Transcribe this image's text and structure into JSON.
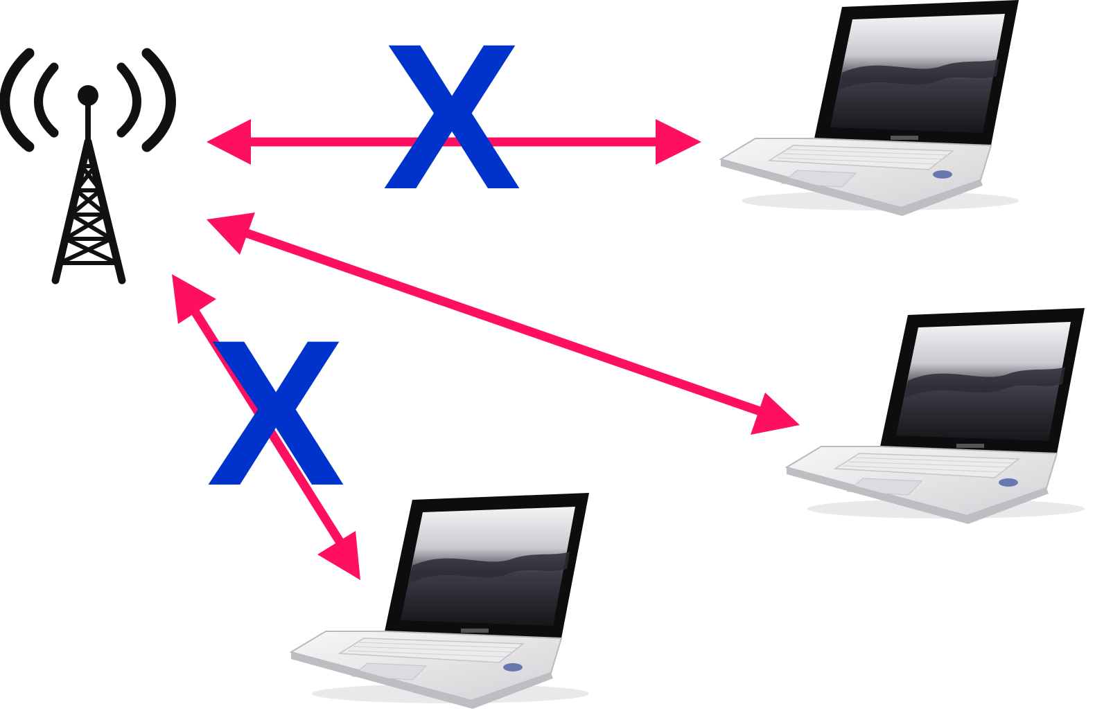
{
  "colors": {
    "arrow": "#ff0f62",
    "blocked_mark": "#0033cc",
    "tower": "#111111",
    "laptop_body": "#e6e6e8",
    "laptop_screen_bezel": "#0d0d0d"
  },
  "icons": {
    "tower": "radio-tower-icon",
    "laptop": "laptop-icon"
  },
  "nodes": [
    {
      "id": "tower",
      "icon": "radio-tower-icon"
    },
    {
      "id": "laptop-top-right",
      "icon": "laptop-icon"
    },
    {
      "id": "laptop-middle-right",
      "icon": "laptop-icon"
    },
    {
      "id": "laptop-bottom",
      "icon": "laptop-icon"
    }
  ],
  "links": [
    {
      "from": "tower",
      "to": "laptop-top-right",
      "bidirectional": true,
      "blocked": true
    },
    {
      "from": "tower",
      "to": "laptop-middle-right",
      "bidirectional": true,
      "blocked": false
    },
    {
      "from": "tower",
      "to": "laptop-bottom",
      "bidirectional": true,
      "blocked": true
    }
  ],
  "blocked_mark_text": "X"
}
